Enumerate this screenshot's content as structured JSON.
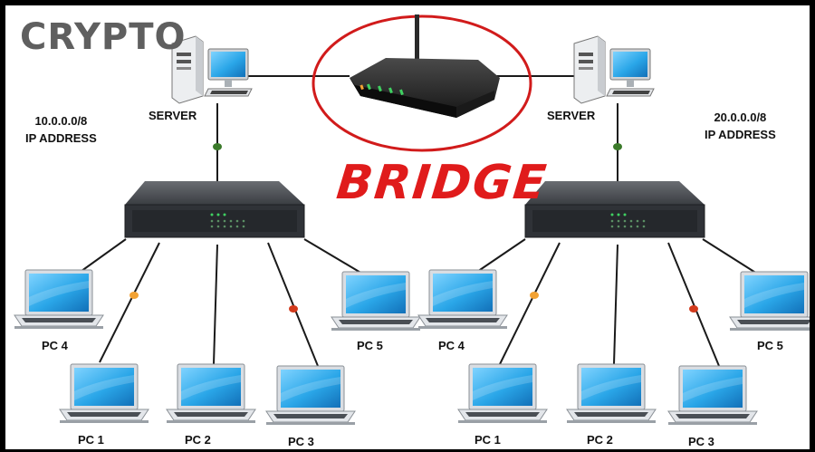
{
  "brand": {
    "logo_text": "CRYPTO"
  },
  "bridge": {
    "label": "BRIDGE",
    "highlight_color": "#d11b1b"
  },
  "left_network": {
    "server_label": "SERVER",
    "address_line1": "10.0.0.0/8",
    "address_line2": "IP ADDRESS",
    "pcs": [
      "PC 4",
      "PC 1",
      "PC 2",
      "PC 3",
      "PC 5"
    ]
  },
  "right_network": {
    "server_label": "SERVER",
    "address_line1": "20.0.0.0/8",
    "address_line2": "IP ADDRESS",
    "pcs": [
      "PC 4",
      "PC 1",
      "PC 2",
      "PC 3",
      "PC 5"
    ]
  },
  "colors": {
    "cable": "#1a1a1a",
    "screen": "#2aa6e8",
    "switch_body": "#3a3d42",
    "link_dot_green": "#3b7a2a",
    "link_dot_orange": "#f2a233",
    "link_dot_red": "#d23a1c"
  }
}
